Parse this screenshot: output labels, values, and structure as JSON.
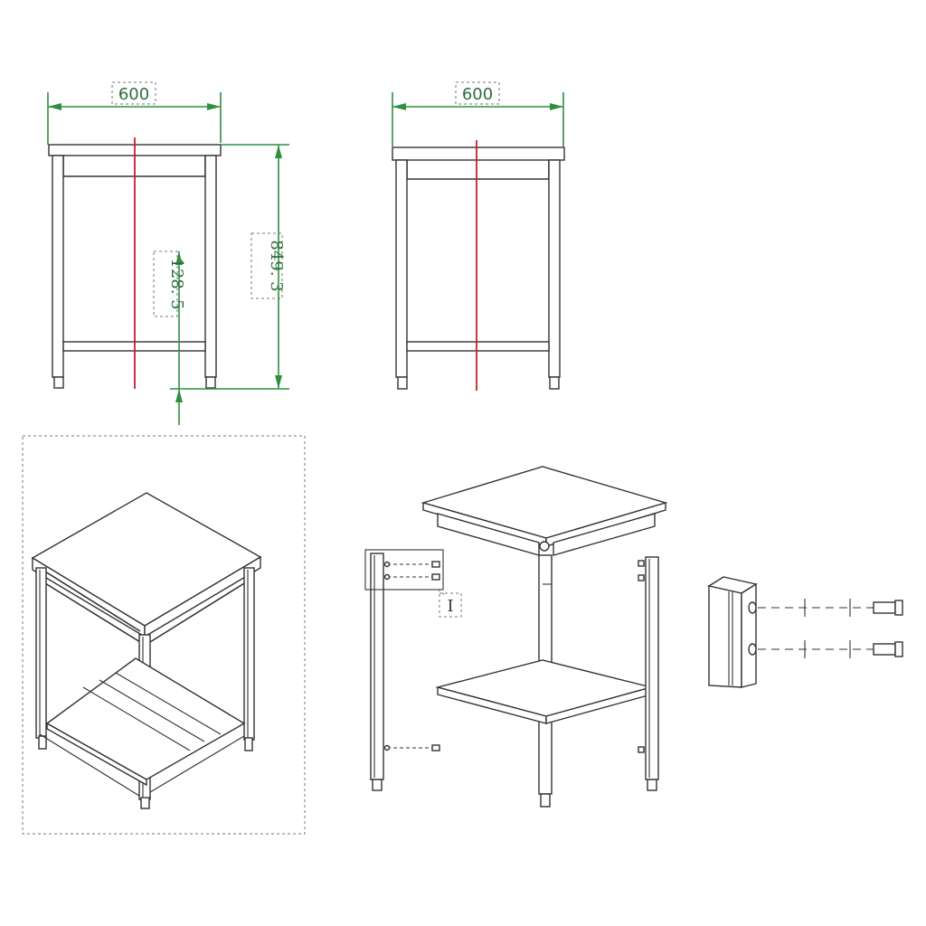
{
  "drawing": {
    "front_view": {
      "width_dim": "600",
      "height_dim": "849. 3",
      "shelf_height_dim": "128. 5"
    },
    "side_view": {
      "width_dim": "600"
    },
    "exploded_view": {
      "detail_label": "I"
    },
    "colors": {
      "dimension": "#2f8f3f",
      "centerline": "#c8202a",
      "outline": "#333333"
    }
  }
}
